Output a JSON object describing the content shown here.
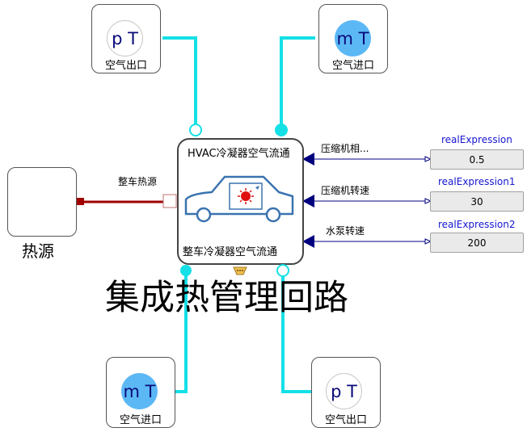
{
  "diagram": {
    "title": "集成热管理回路",
    "main_block": {
      "top_label": "HVAC冷凝器空气流通",
      "bottom_label": "整车冷凝器空气流通"
    },
    "heat_source": {
      "label": "热源",
      "connection_label": "整车热源"
    },
    "boundaries": [
      {
        "symbol": "p T",
        "label": "空气出口"
      },
      {
        "symbol": "m T",
        "label": "空气进口"
      },
      {
        "symbol": "m T",
        "label": "空气进口"
      },
      {
        "symbol": "p T",
        "label": "空气出口"
      }
    ],
    "inputs": [
      {
        "label": "压缩机相...",
        "expr_name": "realExpression",
        "value": "0.5"
      },
      {
        "label": "压缩机转速",
        "expr_name": "realExpression1",
        "value": "30"
      },
      {
        "label": "水泵转速",
        "expr_name": "realExpression2",
        "value": "200"
      }
    ],
    "colors": {
      "fluid_line": "#14e0e6",
      "heat_line": "#a00000",
      "signal_line": "#00007f",
      "expression_name": "#1515d0",
      "car_icon": "#3a73b0",
      "fan_icon": "#e01010"
    }
  }
}
